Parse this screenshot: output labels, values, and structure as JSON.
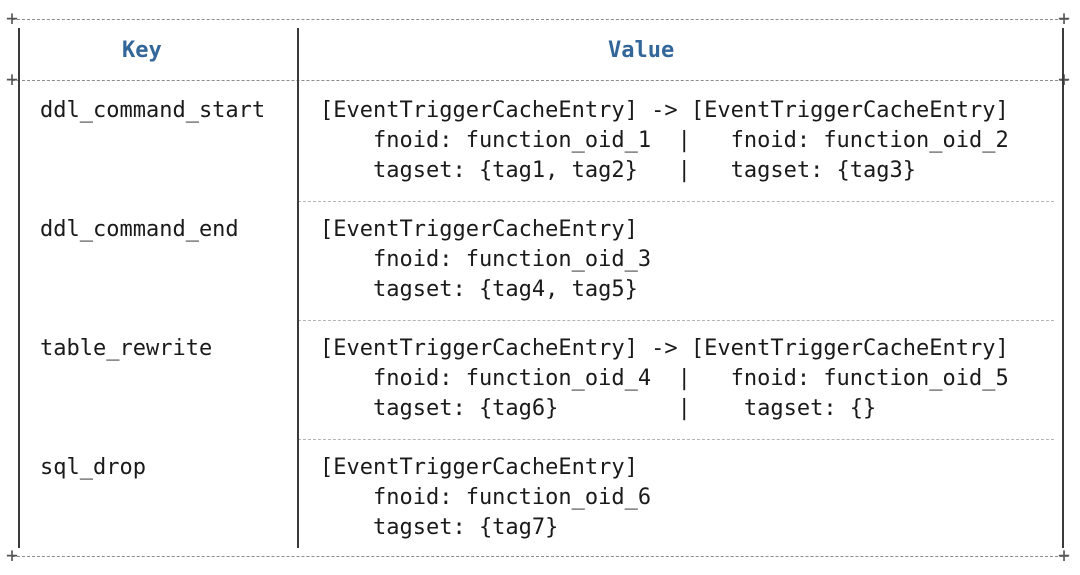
{
  "header": {
    "key": "Key",
    "value": "Value"
  },
  "rows": [
    {
      "key": "ddl_command_start",
      "lines": [
        "[EventTriggerCacheEntry] -> [EventTriggerCacheEntry]",
        "    fnoid: function_oid_1  |   fnoid: function_oid_2",
        "    tagset: {tag1, tag2}   |   tagset: {tag3}"
      ]
    },
    {
      "key": "ddl_command_end",
      "lines": [
        "[EventTriggerCacheEntry]",
        "    fnoid: function_oid_3",
        "    tagset: {tag4, tag5}"
      ]
    },
    {
      "key": "table_rewrite",
      "lines": [
        "[EventTriggerCacheEntry] -> [EventTriggerCacheEntry]",
        "    fnoid: function_oid_4  |   fnoid: function_oid_5",
        "    tagset: {tag6}         |    tagset: {}"
      ]
    },
    {
      "key": "sql_drop",
      "lines": [
        "[EventTriggerCacheEntry]",
        "    fnoid: function_oid_6",
        "    tagset: {tag7}"
      ]
    }
  ]
}
